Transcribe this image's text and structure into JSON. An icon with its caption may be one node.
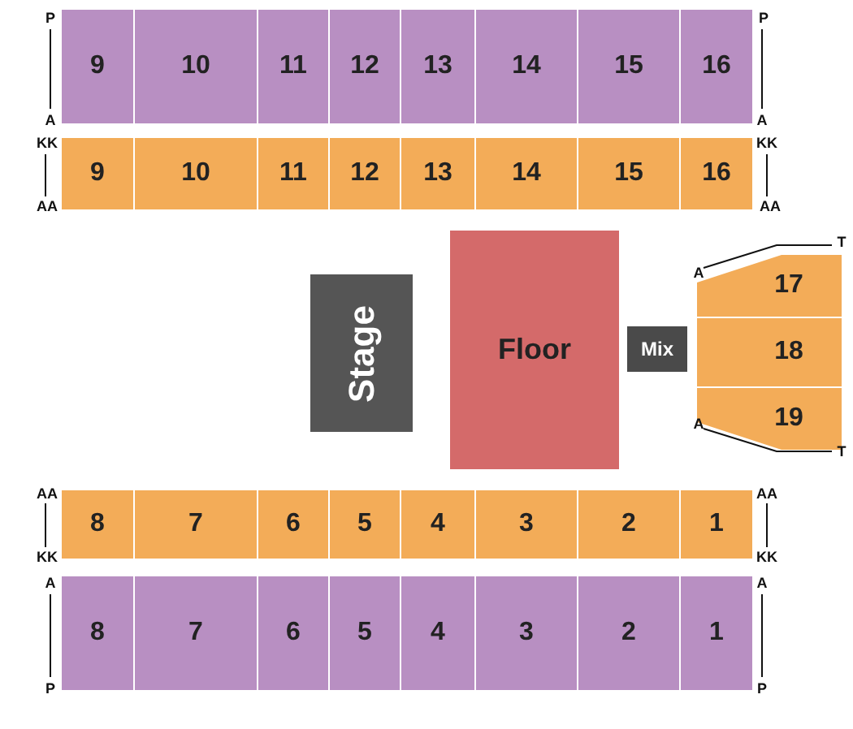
{
  "diagram": {
    "nodes": [
      {
        "text": [
          "9"
        ]
      },
      {
        "text": [
          "10"
        ]
      },
      {
        "text": [
          "11"
        ]
      },
      {
        "text": [
          "12"
        ]
      },
      {
        "text": [
          "13"
        ]
      },
      {
        "text": [
          "14"
        ]
      },
      {
        "text": [
          "15"
        ]
      },
      {
        "text": [
          "16"
        ]
      },
      {
        "text": [
          "9"
        ]
      },
      {
        "text": [
          "10"
        ]
      },
      {
        "text": [
          "11"
        ]
      },
      {
        "text": [
          "12"
        ]
      },
      {
        "text": [
          "13"
        ]
      },
      {
        "text": [
          "14"
        ]
      },
      {
        "text": [
          "15"
        ]
      },
      {
        "text": [
          "16"
        ]
      },
      {
        "text": [
          "Stage"
        ]
      },
      {
        "text": [
          "Floor"
        ]
      },
      {
        "text": [
          "Mix"
        ]
      },
      {
        "text": [
          "17"
        ]
      },
      {
        "text": [
          "18"
        ]
      },
      {
        "text": [
          "19"
        ]
      },
      {
        "text": [
          "8"
        ]
      },
      {
        "text": [
          "7"
        ]
      },
      {
        "text": [
          "6"
        ]
      },
      {
        "text": [
          "5"
        ]
      },
      {
        "text": [
          "4"
        ]
      },
      {
        "text": [
          "3"
        ]
      },
      {
        "text": [
          "2"
        ]
      },
      {
        "text": [
          "1"
        ]
      },
      {
        "text": [
          "8"
        ]
      },
      {
        "text": [
          "7"
        ]
      },
      {
        "text": [
          "6"
        ]
      },
      {
        "text": [
          "5"
        ]
      },
      {
        "text": [
          "4"
        ]
      },
      {
        "text": [
          "3"
        ]
      },
      {
        "text": [
          "2"
        ]
      },
      {
        "text": [
          "1"
        ]
      }
    ],
    "labels": [
      "P",
      "P",
      "A",
      "A",
      "KK",
      "KK",
      "AA",
      "AA",
      "T",
      "A",
      "A",
      "T",
      "AA",
      "AA",
      "KK",
      "KK",
      "A",
      "A",
      "P",
      "P"
    ]
  }
}
